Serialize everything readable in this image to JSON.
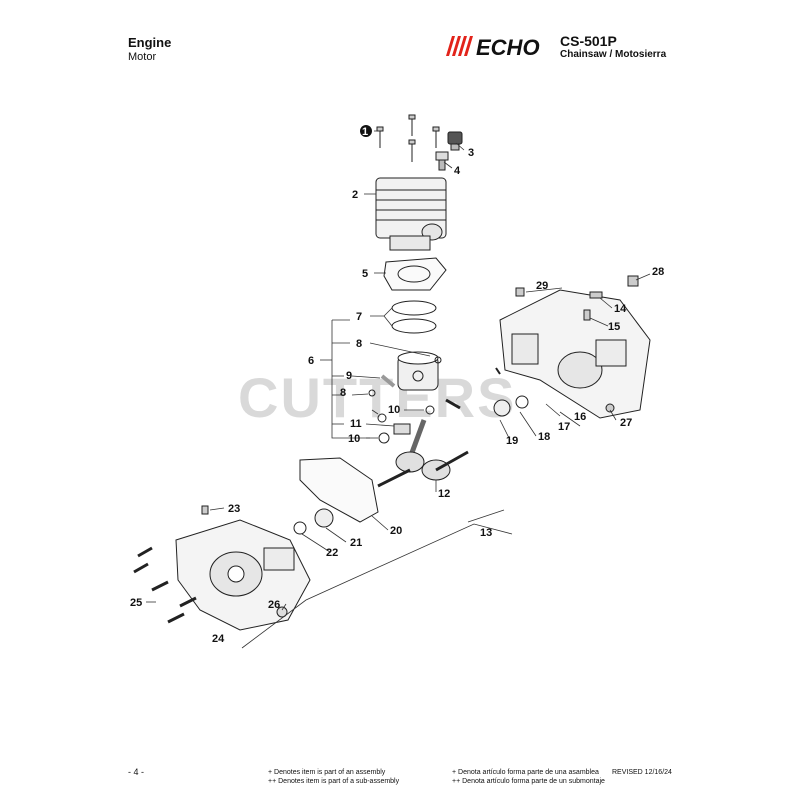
{
  "header": {
    "title": "Engine",
    "subtitle": "Motor",
    "brand": "ECHO",
    "model": "CS-501P",
    "model_desc": "Chainsaw / Motosierra"
  },
  "watermark": "CUTTERS",
  "callouts": [
    {
      "id": "c1",
      "label": "1"
    },
    {
      "id": "c2",
      "label": "2"
    },
    {
      "id": "c3",
      "label": "3"
    },
    {
      "id": "c4",
      "label": "4"
    },
    {
      "id": "c5",
      "label": "5"
    },
    {
      "id": "c6",
      "label": "6"
    },
    {
      "id": "c7",
      "label": "7"
    },
    {
      "id": "c8a",
      "label": "8"
    },
    {
      "id": "c8b",
      "label": "8"
    },
    {
      "id": "c9",
      "label": "9"
    },
    {
      "id": "c10a",
      "label": "10"
    },
    {
      "id": "c10b",
      "label": "10"
    },
    {
      "id": "c11",
      "label": "11"
    },
    {
      "id": "c12",
      "label": "12"
    },
    {
      "id": "c13",
      "label": "13"
    },
    {
      "id": "c14",
      "label": "14"
    },
    {
      "id": "c15",
      "label": "15"
    },
    {
      "id": "c16",
      "label": "16"
    },
    {
      "id": "c17",
      "label": "17"
    },
    {
      "id": "c18",
      "label": "18"
    },
    {
      "id": "c19",
      "label": "19"
    },
    {
      "id": "c20",
      "label": "20"
    },
    {
      "id": "c21",
      "label": "21"
    },
    {
      "id": "c22",
      "label": "22"
    },
    {
      "id": "c23",
      "label": "23"
    },
    {
      "id": "c24",
      "label": "24"
    },
    {
      "id": "c25",
      "label": "25"
    },
    {
      "id": "c26",
      "label": "26"
    },
    {
      "id": "c27",
      "label": "27"
    },
    {
      "id": "c28",
      "label": "28"
    },
    {
      "id": "c29",
      "label": "29"
    }
  ],
  "footer": {
    "page": "- 4 -",
    "note_en_1": "+ Denotes item is part of an assembly",
    "note_en_2": "++ Denotes item is part of a sub-assembly",
    "note_es_1": "+ Denota artículo forma parte de una asamblea",
    "note_es_2": "++ Denota artículo forma parte de un submontaje",
    "revised": "REVISED 12/16/24"
  }
}
